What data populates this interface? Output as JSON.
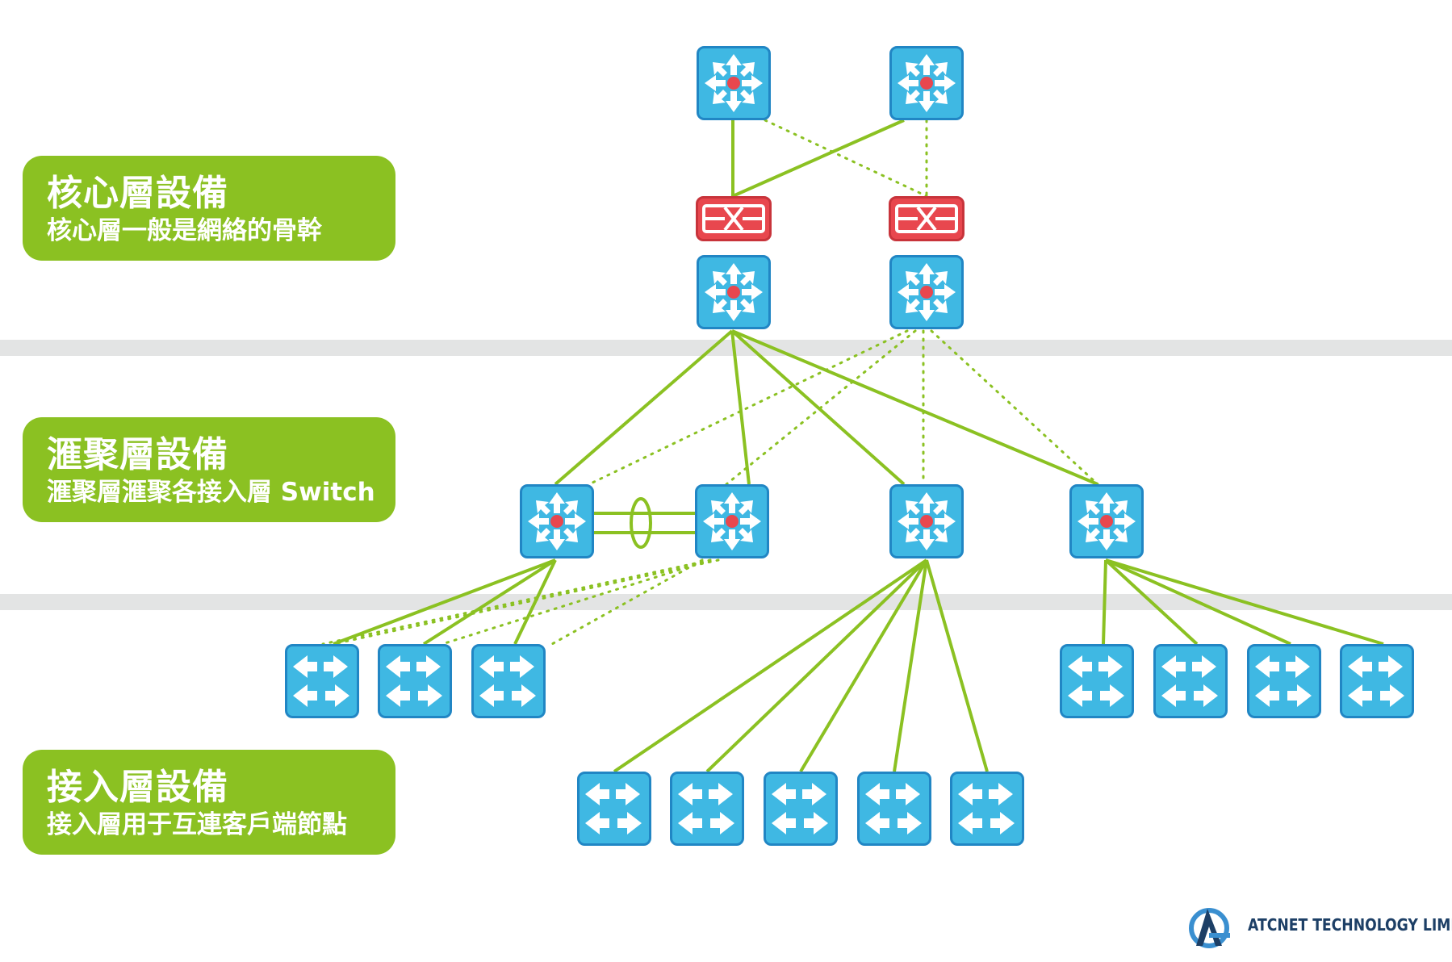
{
  "layers": {
    "core": {
      "title": "核心層設備",
      "subtitle": "核心層一般是網絡的骨幹"
    },
    "distribution": {
      "title": "滙聚層設備",
      "subtitle": "滙聚層滙聚各接入層 Switch"
    },
    "access": {
      "title": "接入層設備",
      "subtitle": "接入層用于互連客戶端節點"
    }
  },
  "logo": {
    "text": "ATCNET TECHNOLOGY LIMITED"
  },
  "colors": {
    "device_fill": "#3fb8e3",
    "device_border": "#2186c4",
    "firewall_fill": "#e8474e",
    "link": "#8bc122",
    "label_bg": "#8bc122",
    "band": "#e3e4e4",
    "logo": "#1d3f66"
  },
  "icons": {
    "core_router": "layer3-switch-icon",
    "firewall": "firewall-icon",
    "access_switch": "workgroup-switch-icon",
    "link_aggregation": "etherchannel-ellipse-icon"
  }
}
